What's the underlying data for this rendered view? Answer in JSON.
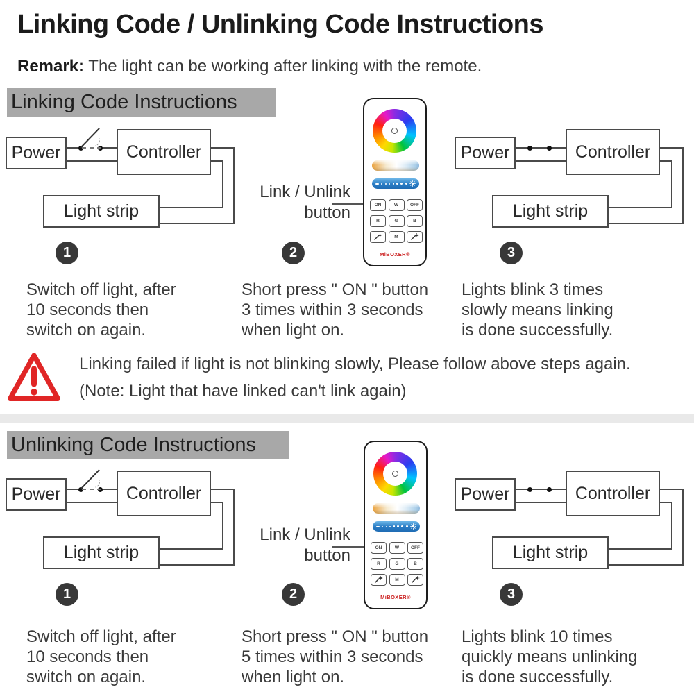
{
  "title": "Linking Code / Unlinking Code Instructions",
  "remark": {
    "label": "Remark:",
    "text": " The light can be working after linking with the remote."
  },
  "circuit": {
    "power": "Power",
    "controller": "Controller",
    "light_strip": "Light strip"
  },
  "link_label": "Link / Unlink\nbutton",
  "remote": {
    "buttons_row1": [
      "ON",
      "W",
      "OFF"
    ],
    "buttons_row2": [
      "R",
      "G",
      "B"
    ],
    "mode_button": "M",
    "logo": "MiBOXER®",
    "icons": {
      "speed_up": "speed-up-icon",
      "speed_down": "speed-down-icon",
      "brightness_minus": "minus-icon",
      "brightness_sun": "sun-icon",
      "color_wheel": "color-wheel",
      "color_temp_bar": "color-temp-bar",
      "brightness_bar": "brightness-bar"
    }
  },
  "sections": [
    {
      "heading": "Linking Code Instructions",
      "steps": [
        {
          "num": "1",
          "text": "Switch off light, after\n10 seconds then\nswitch on again."
        },
        {
          "num": "2",
          "text": "Short press \" ON \" button\n3 times within 3 seconds\nwhen light on."
        },
        {
          "num": "3",
          "text": "Lights blink 3 times\nslowly means linking\nis done successfully."
        }
      ]
    },
    {
      "heading": "Unlinking Code Instructions",
      "steps": [
        {
          "num": "1",
          "text": "Switch off light, after\n10 seconds then\nswitch on again."
        },
        {
          "num": "2",
          "text": "Short press \" ON \" button\n5 times within 3 seconds\nwhen light on."
        },
        {
          "num": "3",
          "text": "Lights blink 10 times\nquickly means unlinking\nis done successfully."
        }
      ]
    }
  ],
  "warning": {
    "line1": "Linking failed if light is not blinking slowly, Please follow above steps again.",
    "line2": "(Note: Light that have linked can't link again)"
  },
  "colors": {
    "warning_red": "#e02626",
    "header_bg": "#a8a8a8",
    "step_circle": "#383838",
    "divider": "#e9e9e9",
    "brightness_blue": "#2a7cc4"
  }
}
